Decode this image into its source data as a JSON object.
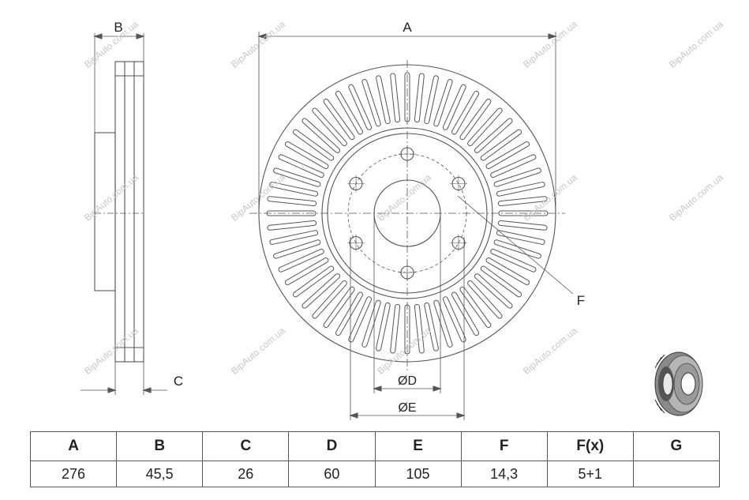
{
  "watermark": "BipAuto.com.ua",
  "dimension_labels": {
    "A": "A",
    "B": "B",
    "C": "C",
    "D": "ØD",
    "E": "ØE",
    "F": "F"
  },
  "table": {
    "headers": [
      "A",
      "B",
      "C",
      "D",
      "E",
      "F",
      "F(x)",
      "G"
    ],
    "values": [
      "276",
      "45,5",
      "26",
      "60",
      "105",
      "14,3",
      "5+1",
      ""
    ]
  }
}
